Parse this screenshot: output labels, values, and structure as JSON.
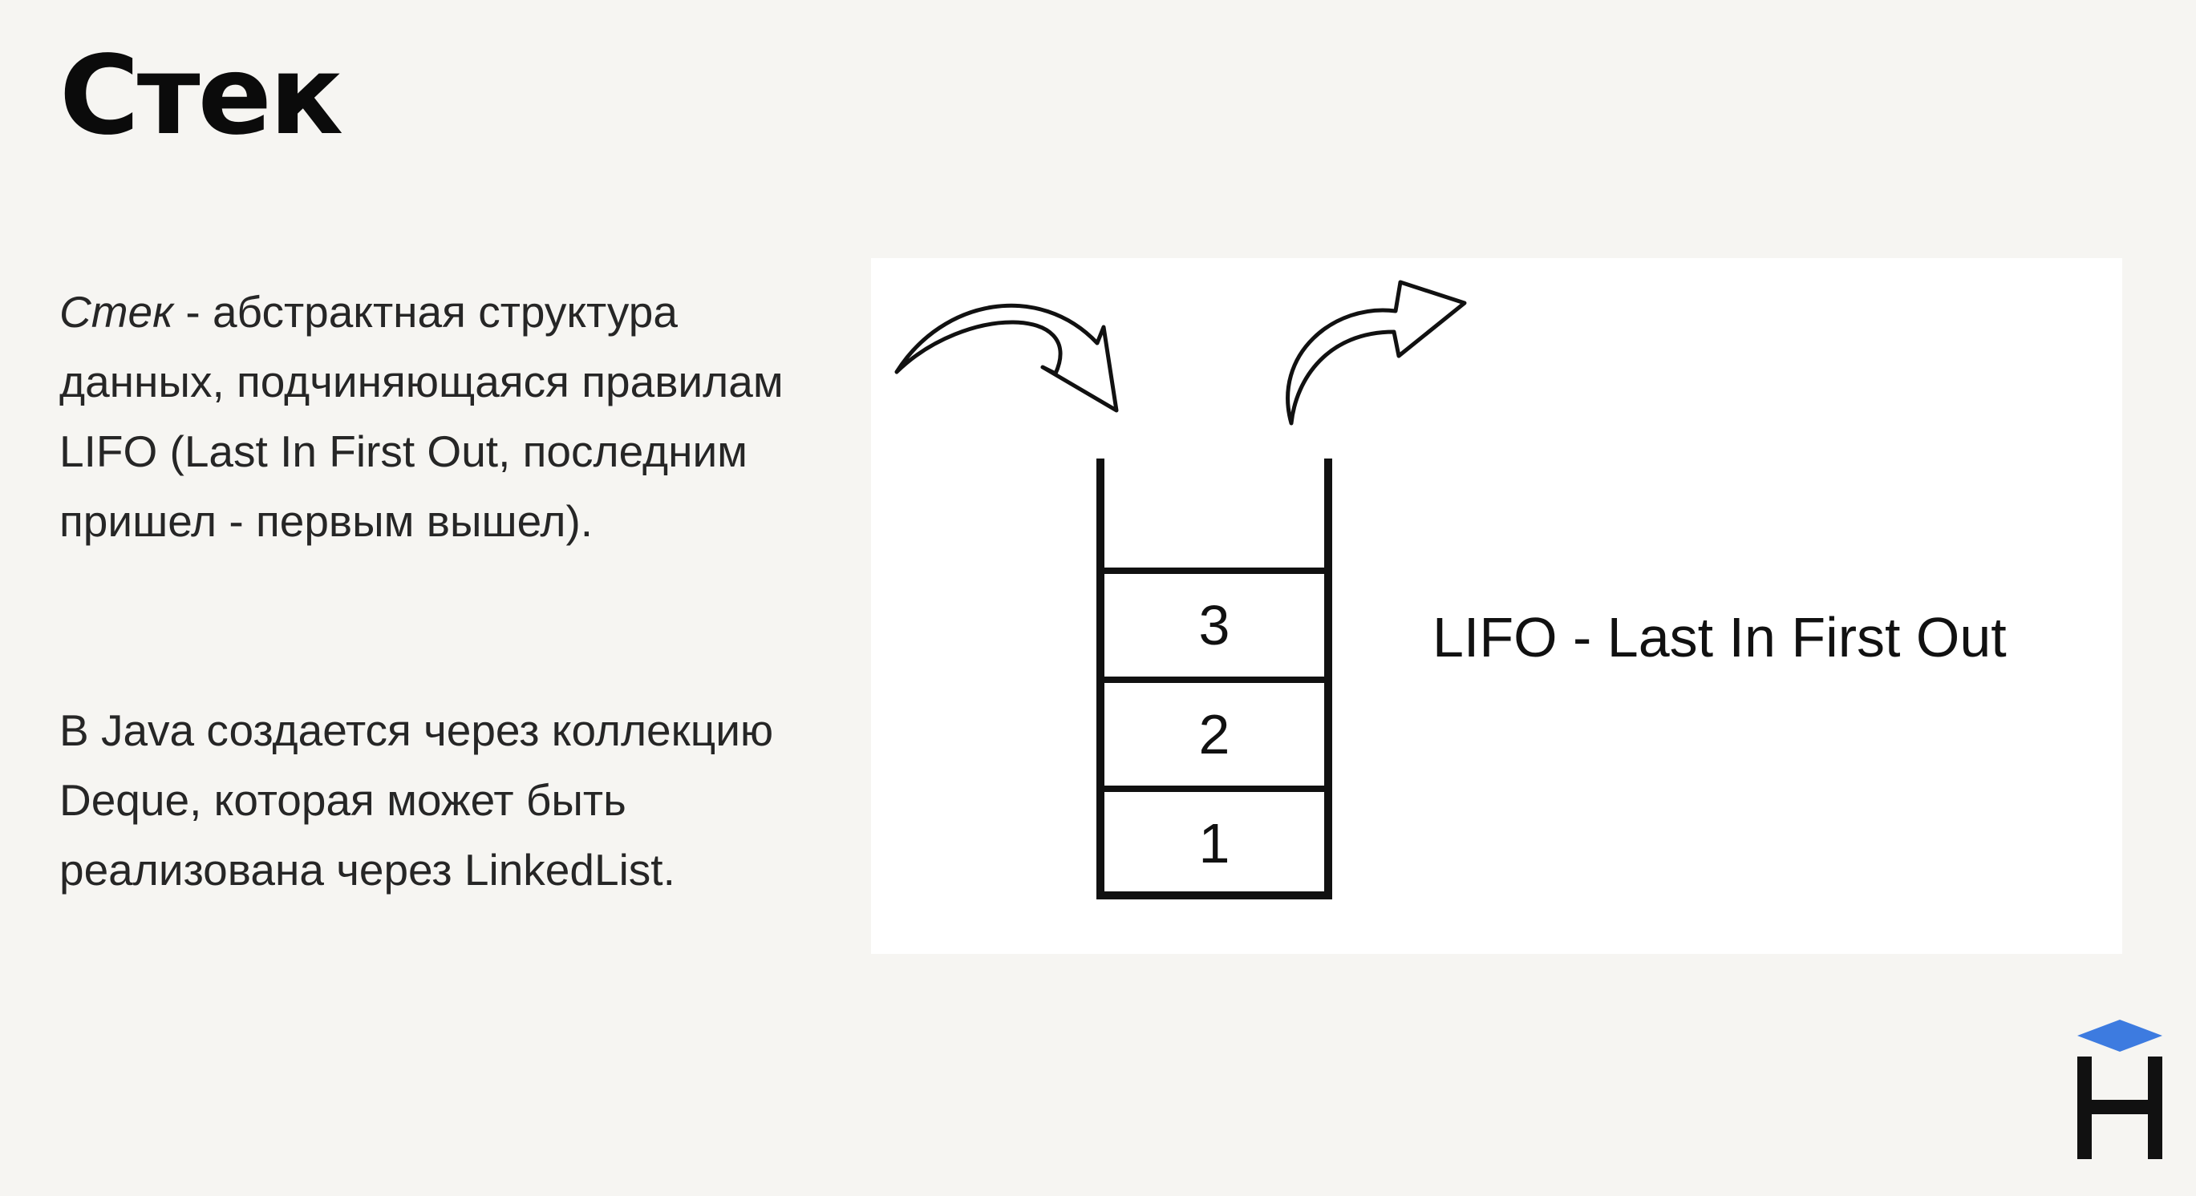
{
  "slide": {
    "title": "Стек",
    "paragraph1": {
      "term": "Стек",
      "rest": " - абстрактная структура данных, подчиняющаяся правилам LIFO (Last In First Out, последним пришел - первым вышел)."
    },
    "paragraph2": "В Java создается через коллекцию Deque, которая может быть реализована через LinkedList."
  },
  "diagram": {
    "stack_items": [
      "3",
      "2",
      "1"
    ],
    "label": "LIFO - Last In First Out"
  },
  "colors": {
    "background": "#f6f5f2",
    "panel": "#ffffff",
    "logo_cap": "#3d7be0",
    "logo_letter": "#111111"
  },
  "icons": {
    "push_arrow": "curved-arrow-down-right-icon",
    "pop_arrow": "curved-arrow-up-right-icon",
    "logo": "graduation-cap-h-logo"
  }
}
